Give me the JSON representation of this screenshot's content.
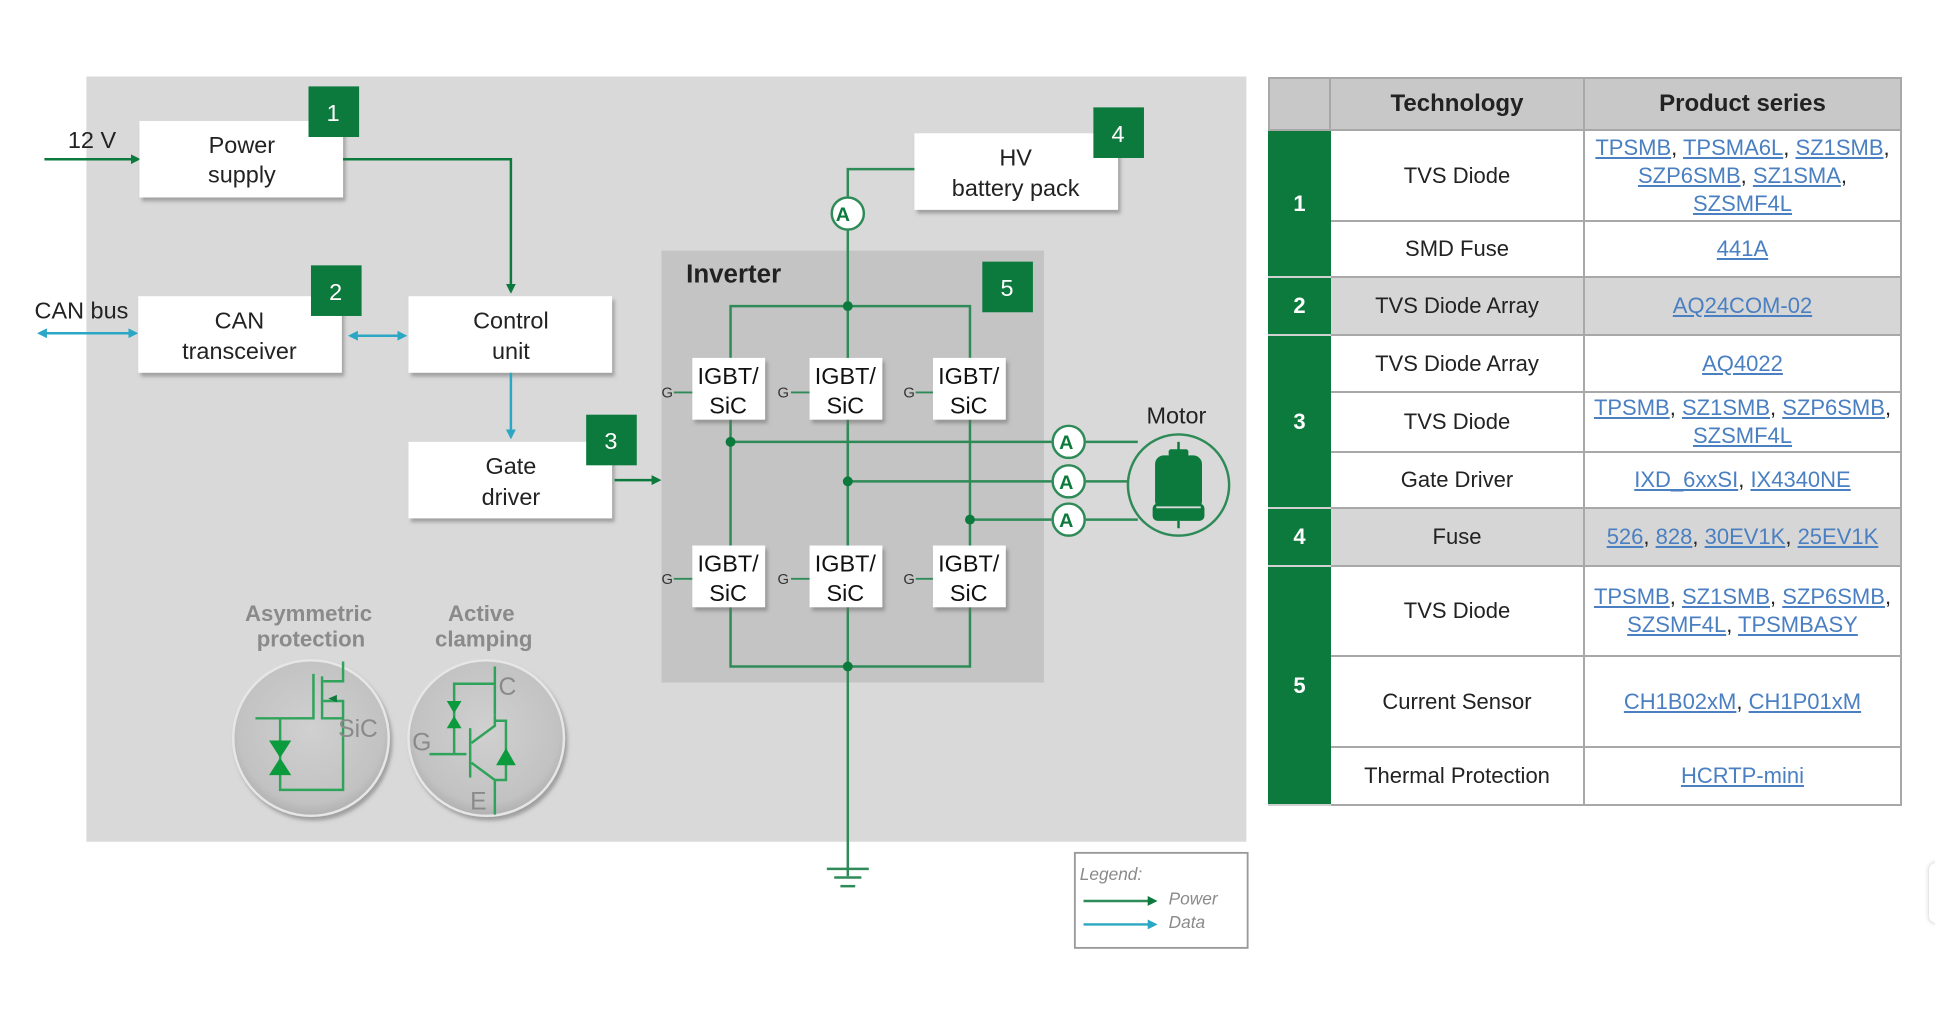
{
  "diagram": {
    "inputs": {
      "v12": "12 V",
      "can_bus": "CAN bus"
    },
    "blocks": {
      "power_supply": [
        "Power",
        "supply"
      ],
      "can_transceiver": [
        "CAN",
        "transceiver"
      ],
      "control_unit": [
        "Control",
        "unit"
      ],
      "gate_driver": [
        "Gate",
        "driver"
      ],
      "hv_battery": [
        "HV",
        "battery pack"
      ]
    },
    "badges": {
      "b1": "1",
      "b2": "2",
      "b3": "3",
      "b4": "4",
      "b5": "5"
    },
    "inverter": {
      "title": "Inverter",
      "switch_line1": "IGBT/",
      "switch_line2": "SiC",
      "gate_label": "G"
    },
    "ammeter_label": "A",
    "motor_label": "Motor",
    "protection": {
      "asymmetric": [
        "Asymmetric",
        "protection"
      ],
      "asymmetric_device": "SiC",
      "clamping": [
        "Active",
        "clamping"
      ],
      "clamp_c": "C",
      "clamp_g": "G",
      "clamp_e": "E"
    },
    "legend": {
      "title": "Legend:",
      "power": "Power",
      "data": "Data"
    },
    "colors": {
      "power": "#0b7a3c",
      "data": "#2aa7c4",
      "badge": "#0b7a3c",
      "panel": "#d9d9d9",
      "inverter": "#c4c4c4"
    }
  },
  "table": {
    "headers": [
      "",
      "Technology",
      "Product series"
    ],
    "groups": [
      {
        "num": "1",
        "rows": [
          {
            "technology": "TVS Diode",
            "products": [
              "TPSMB",
              "TPSMA6L",
              "SZ1SMB",
              "SZP6SMB",
              "SZ1SMA",
              "SZSMF4L"
            ]
          },
          {
            "technology": "SMD Fuse",
            "products": [
              "441A"
            ]
          }
        ]
      },
      {
        "num": "2",
        "rows": [
          {
            "technology": "TVS Diode Array",
            "products": [
              "AQ24COM-02"
            ]
          }
        ]
      },
      {
        "num": "3",
        "rows": [
          {
            "technology": "TVS Diode Array",
            "products": [
              "AQ4022"
            ]
          },
          {
            "technology": "TVS Diode",
            "products": [
              "TPSMB",
              "SZ1SMB",
              "SZP6SMB",
              "SZSMF4L"
            ]
          },
          {
            "technology": "Gate Driver",
            "products": [
              "IXD_6xxSI",
              "IX4340NE"
            ]
          }
        ]
      },
      {
        "num": "4",
        "rows": [
          {
            "technology": "Fuse",
            "products": [
              "526",
              "828",
              "30EV1K",
              "25EV1K"
            ]
          }
        ]
      },
      {
        "num": "5",
        "rows": [
          {
            "technology": "TVS Diode",
            "products": [
              "TPSMB",
              "SZ1SMB",
              "SZP6SMB",
              "SZSMF4L",
              "TPSMBASY"
            ]
          },
          {
            "technology": "Current Sensor",
            "products": [
              "CH1B02xM",
              "CH1P01xM"
            ]
          },
          {
            "technology": "Thermal Protection",
            "products": [
              "HCRTP-mini"
            ]
          }
        ]
      }
    ]
  }
}
